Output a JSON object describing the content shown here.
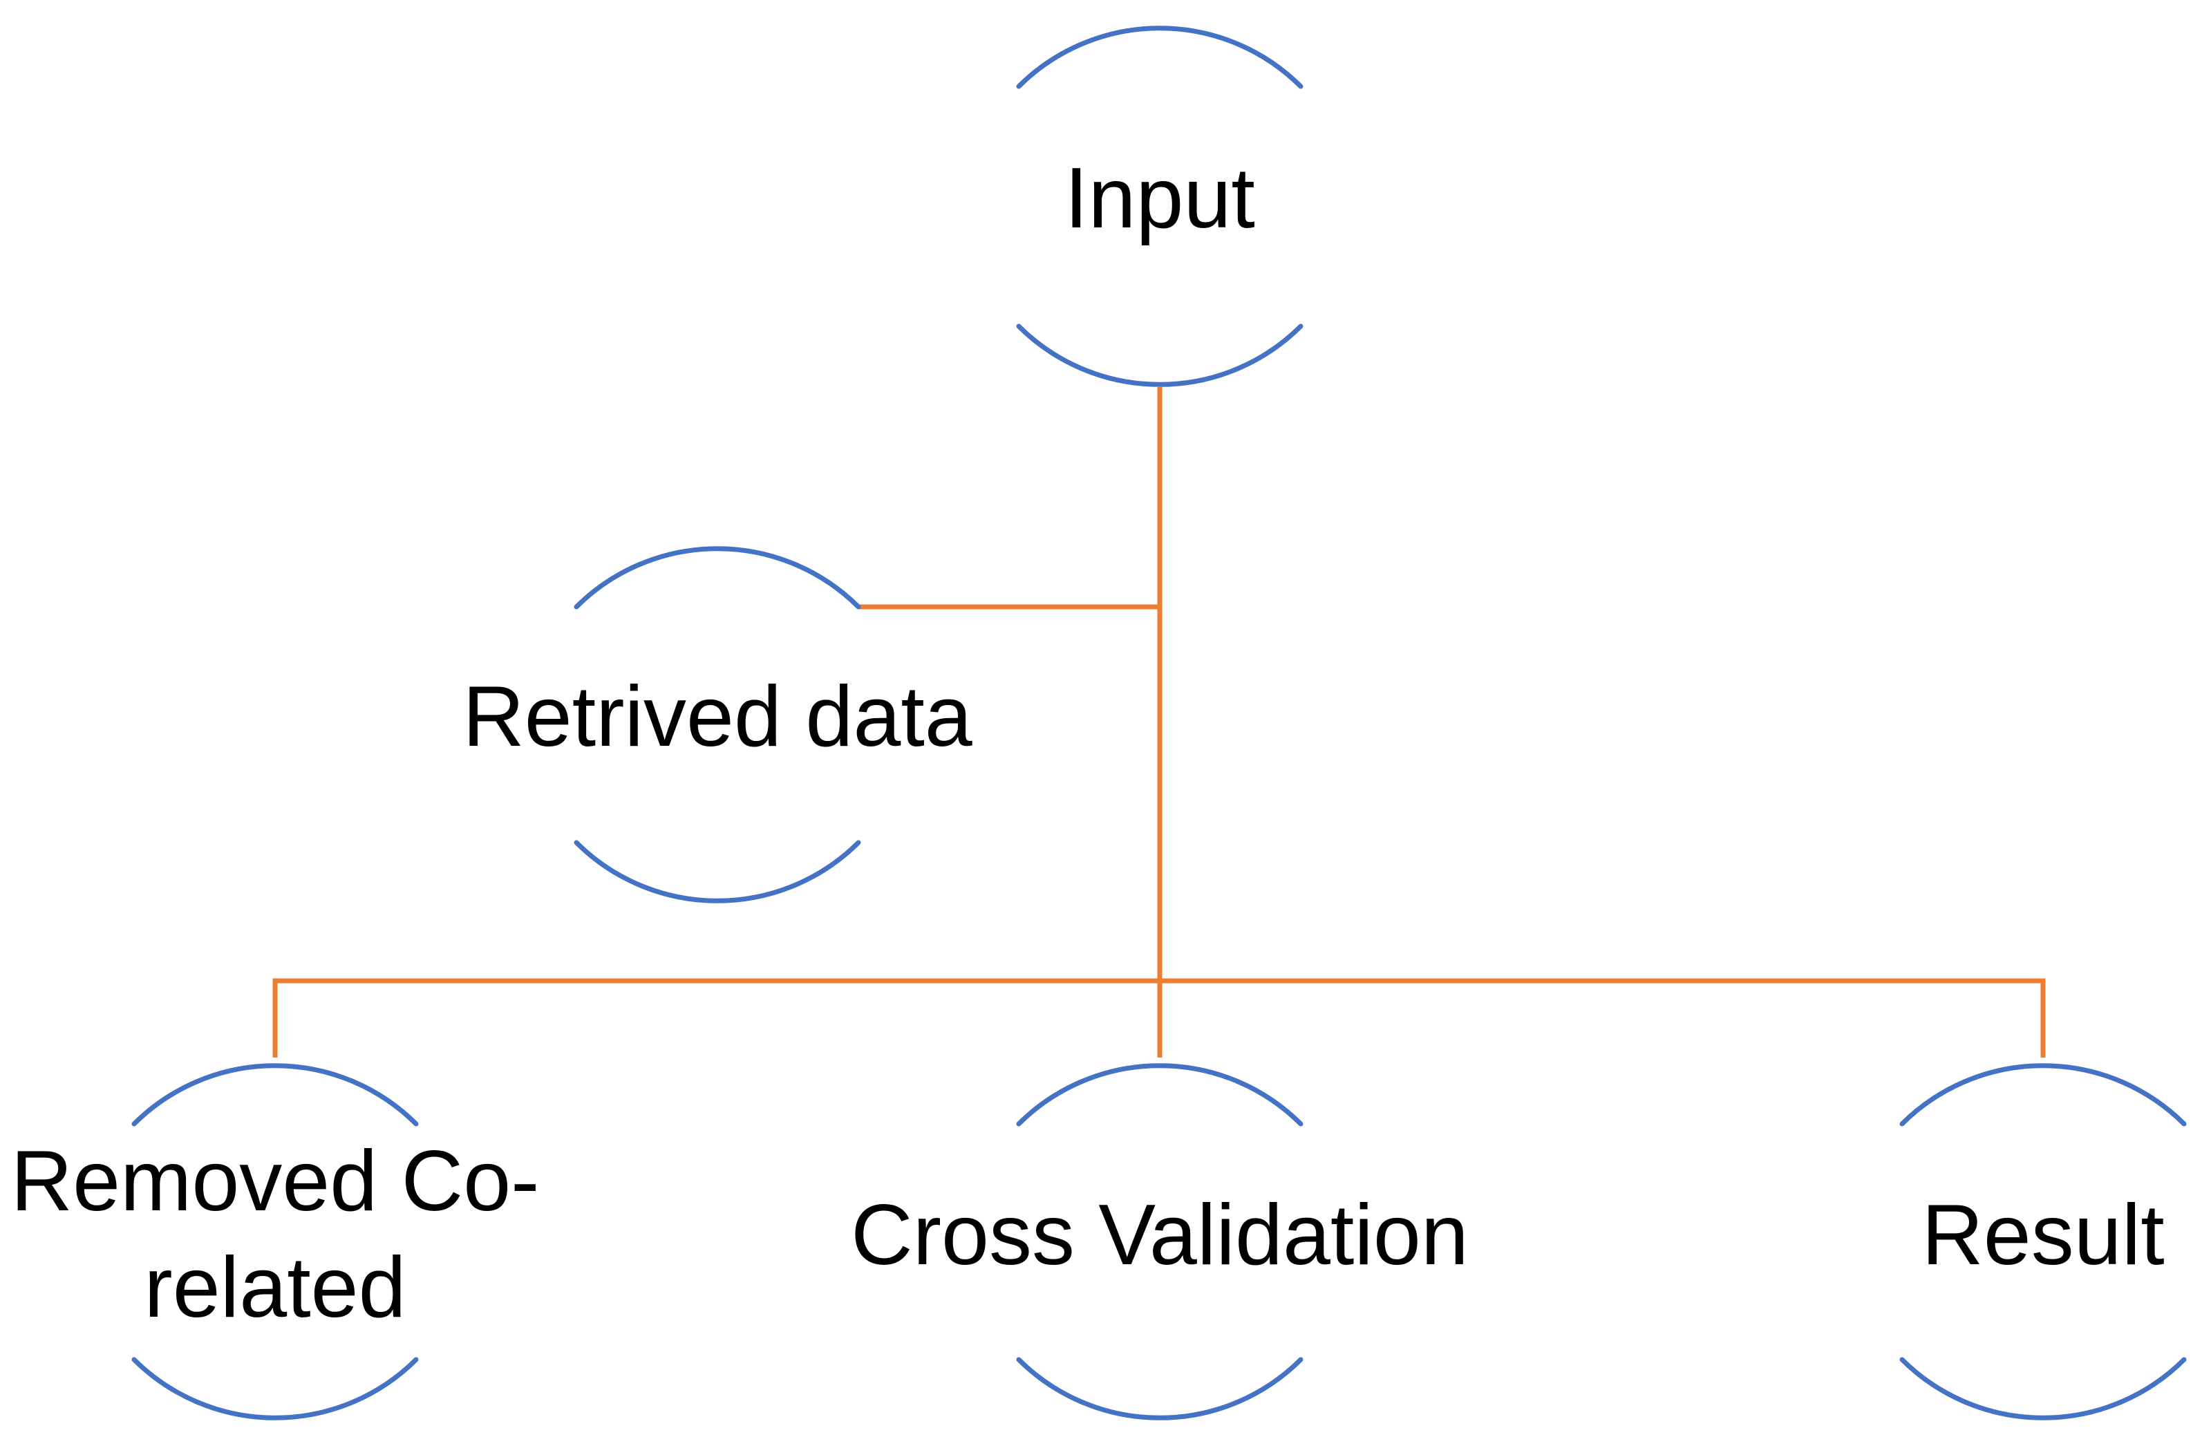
{
  "colors": {
    "node_arc": "#4472C4",
    "connector": "#ED7D31",
    "text": "#000000",
    "background": "#FFFFFF"
  },
  "nodes": {
    "input": {
      "label": "Input"
    },
    "retrived": {
      "label": "Retrived data"
    },
    "removed": {
      "label_line1": "Removed Co-",
      "label_line2": "related"
    },
    "cross": {
      "label": "Cross Validation"
    },
    "result": {
      "label": "Result"
    }
  }
}
